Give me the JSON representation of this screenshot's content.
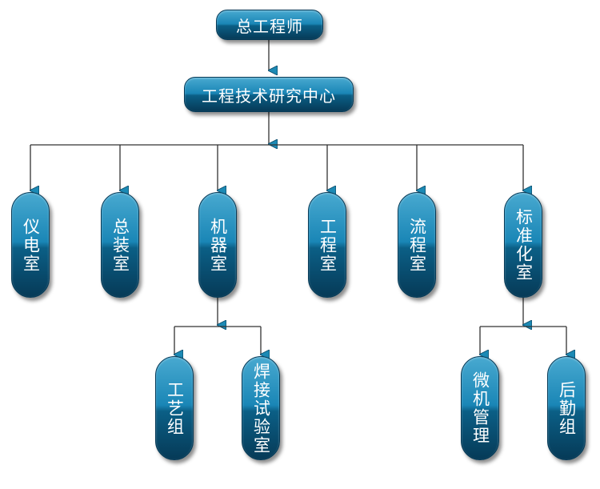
{
  "nodes": {
    "chief_engineer": "总工程师",
    "research_center": "工程技术研究中心",
    "instrument_room": "仪电室",
    "assembly_room": "总装室",
    "machine_room": "机器室",
    "engineering_room": "工程室",
    "process_room": "流程室",
    "standardization_room": "标准化室",
    "craft_group": "工艺组",
    "welding_lab": "焊接试验室",
    "microcomputer_mgmt": "微机管理",
    "logistics_group": "后勤组"
  },
  "colors": {
    "node_top": "#48a9d0",
    "node_mid": "#1a86b6",
    "node_bottom": "#063a57",
    "line": "#333333",
    "arrow": "#1c8ab5"
  }
}
